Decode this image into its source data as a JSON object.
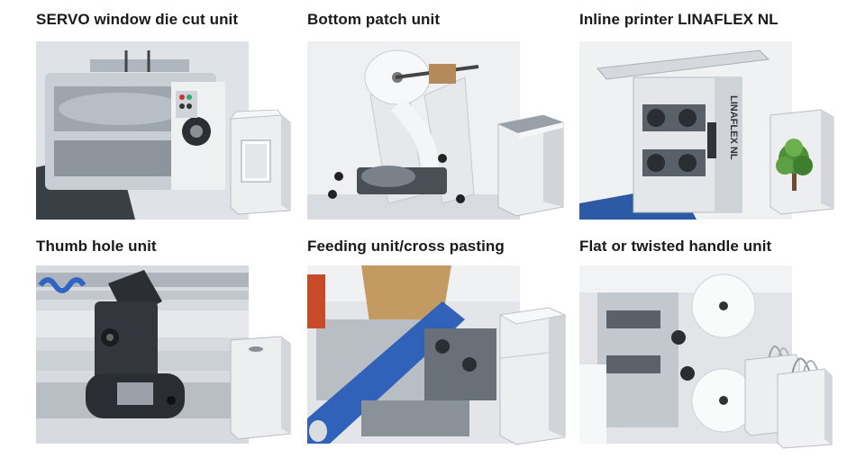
{
  "units": [
    {
      "title": "SERVO window die cut unit",
      "icon": "window-die-cut-machine",
      "bag": "window-bag-icon"
    },
    {
      "title": "Bottom patch unit",
      "icon": "bottom-patch-machine",
      "bag": "open-bag-icon"
    },
    {
      "title": "Inline printer LINAFLEX NL",
      "icon": "inline-printer-machine",
      "bag": "printed-tree-bag-icon",
      "machine_label": "LINAFLEX NL"
    },
    {
      "title": "Thumb hole unit",
      "icon": "thumb-hole-machine",
      "bag": "thumb-hole-bag-icon"
    },
    {
      "title": "Feeding unit/cross pasting",
      "icon": "feeding-cross-pasting-machine",
      "bag": "cross-pasted-bag-icon"
    },
    {
      "title": "Flat or twisted handle unit",
      "icon": "handle-unit-machine",
      "bag": "handle-bags-icon"
    }
  ]
}
